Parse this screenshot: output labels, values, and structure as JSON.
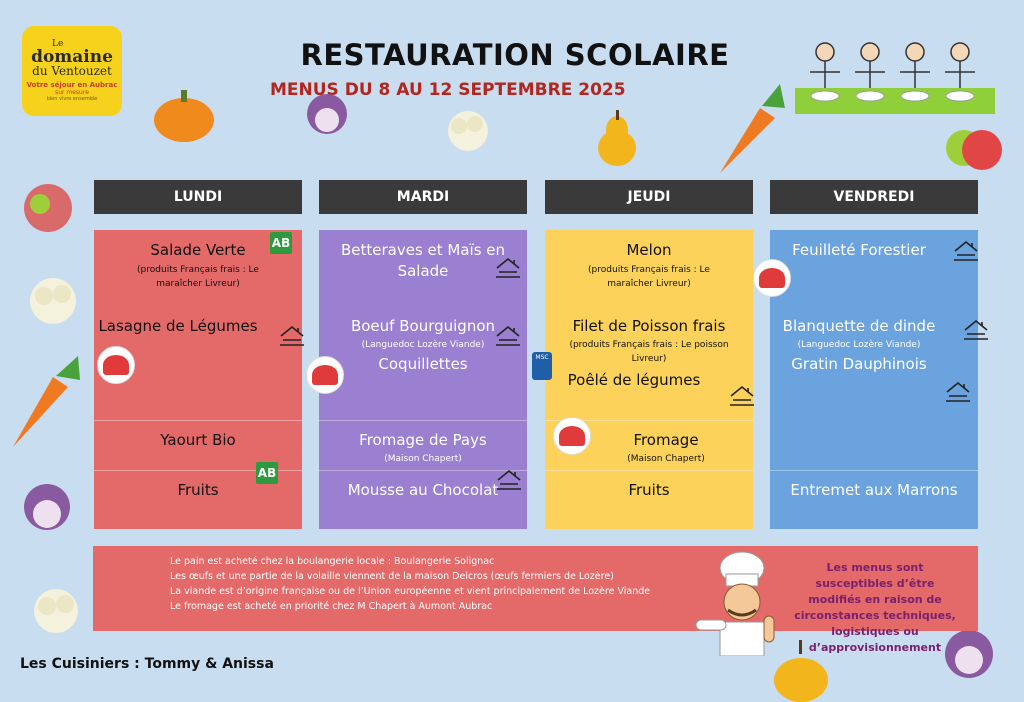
{
  "logo": {
    "line1": "Le",
    "line2": "domaine",
    "line3": "du Ventouzet",
    "line4": "Votre séjour en Aubrac",
    "line5": "sur mesure",
    "line6": "bien vivre ensemble"
  },
  "header": {
    "title": "RESTAURATION SCOLAIRE",
    "subtitle": "MENUS DU 8 AU 12 SEPTEMBRE 2025"
  },
  "days": [
    {
      "name": "LUNDI",
      "color": "#e46a6a",
      "starter": "Salade Verte",
      "starter_note": "(produits Français frais : Le maraîcher Livreur)",
      "main": "Lasagne de Légumes",
      "cheese": "Yaourt Bio",
      "dessert": "Fruits"
    },
    {
      "name": "MARDI",
      "color": "#9b7fd0",
      "starter": "Betteraves et Maïs en Salade",
      "main": "Boeuf Bourguignon",
      "main_note": "(Languedoc Lozère Viande)",
      "side": "Coquillettes",
      "cheese": "Fromage de Pays",
      "cheese_note": "(Maison Chapert)",
      "dessert": "Mousse au Chocolat"
    },
    {
      "name": "JEUDI",
      "color": "#fcd25a",
      "starter": "Melon",
      "starter_note": "(produits Français frais : Le maraîcher Livreur)",
      "main": "Filet de Poisson frais",
      "main_note": "(produits Français frais : Le poisson Livreur)",
      "side": "Poêlé de légumes",
      "cheese": "Fromage",
      "cheese_note": "(Maison Chapert)",
      "dessert": "Fruits"
    },
    {
      "name": "VENDREDI",
      "color": "#6aa3de",
      "starter": "Feuilleté Forestier",
      "main": "Blanquette de dinde",
      "main_note": "(Languedoc Lozère Viande)",
      "side": "Gratin Dauphinois",
      "dessert": "Entremet aux Marrons"
    }
  ],
  "badges": {
    "bio": "AB",
    "msc": "MSC"
  },
  "footer": {
    "notes": [
      "Le pain est acheté chez la boulangerie locale : Boulangerie Solignac",
      "Les œufs et une partie de la volaille  viennent de la maison Delcros (œufs fermiers de Lozère)",
      "La viande est d’origine française ou de l’Union européenne et vient principalement de Lozère Viande",
      "Le fromage est acheté en priorité chez M Chapert à Aumont Aubrac"
    ],
    "warning": "Les menus sont susceptibles d’être modifiés en raison de circonstances techniques, logistiques ou d’approvisionnement"
  },
  "cooks": "Les Cuisiniers  :  Tommy & Anissa",
  "icons": [
    "house-made-icon",
    "bio-label-icon",
    "producteur-label-icon",
    "msc-label-icon",
    "chef-illustration",
    "children-table-illustration"
  ]
}
